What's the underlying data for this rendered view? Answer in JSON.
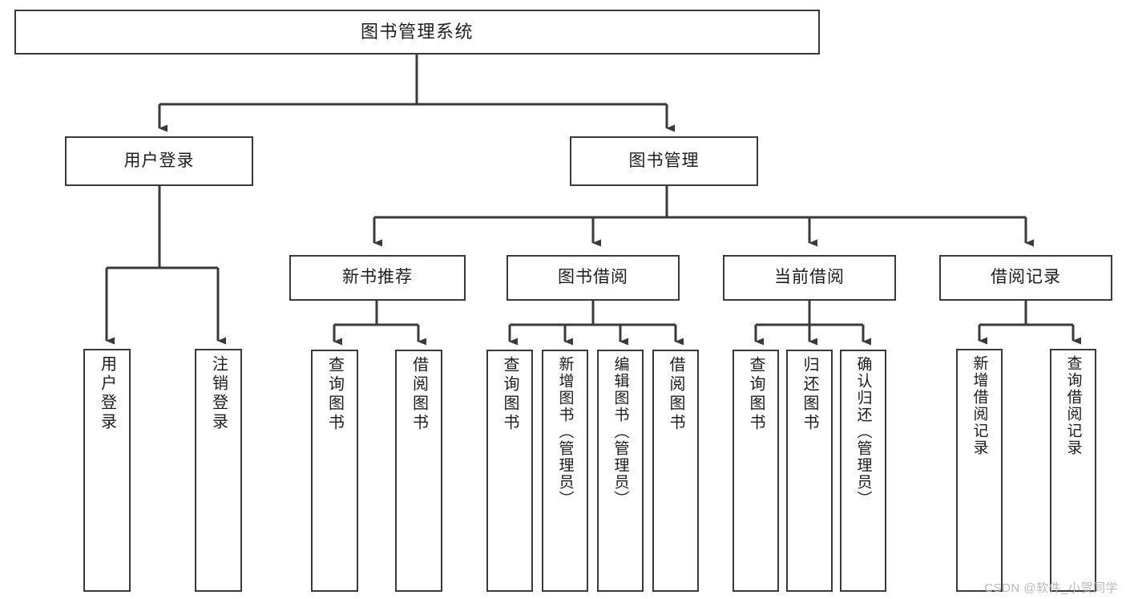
{
  "diagram": {
    "type": "tree",
    "title": "图书管理系统",
    "orientation": "top-down",
    "colors": {
      "background": "#ffffff",
      "box_border": "#3a3a3a",
      "connector": "#3a3a3a",
      "text": "#1d1d1d",
      "watermark": "#b9b9b9"
    },
    "nodes": {
      "root": {
        "label": "图书管理系统"
      },
      "level2": [
        {
          "id": "user-login",
          "label": "用户登录"
        },
        {
          "id": "book-manage",
          "label": "图书管理"
        }
      ],
      "level3": [
        {
          "id": "new-book-recommend",
          "label": "新书推荐"
        },
        {
          "id": "book-borrow",
          "label": "图书借阅"
        },
        {
          "id": "current-borrow",
          "label": "当前借阅"
        },
        {
          "id": "borrow-record",
          "label": "借阅记录"
        }
      ],
      "leaves": {
        "user_login": [
          {
            "id": "leaf-user-login",
            "label": "用户登录"
          },
          {
            "id": "leaf-logout-login",
            "label": "注销登录"
          }
        ],
        "new_book_recommend": [
          {
            "id": "leaf-query-book-1",
            "label": "查询图书"
          },
          {
            "id": "leaf-borrow-book-1",
            "label": "借阅图书"
          }
        ],
        "book_borrow": [
          {
            "id": "leaf-query-book-2",
            "label": "查询图书"
          },
          {
            "id": "leaf-add-book-admin",
            "label": "新增图书（管理员）"
          },
          {
            "id": "leaf-edit-book-admin",
            "label": "编辑图书（管理员）"
          },
          {
            "id": "leaf-borrow-book-2",
            "label": "借阅图书"
          }
        ],
        "current_borrow": [
          {
            "id": "leaf-query-book-3",
            "label": "查询图书"
          },
          {
            "id": "leaf-return-book",
            "label": "归还图书"
          },
          {
            "id": "leaf-confirm-return-admin",
            "label": "确认归还（管理员）"
          }
        ],
        "borrow_record": [
          {
            "id": "leaf-add-borrow-record",
            "label": "新增借阅记录"
          },
          {
            "id": "leaf-query-borrow-record",
            "label": "查询借阅记录"
          }
        ]
      }
    }
  },
  "watermark": {
    "text": "CSDN @软件_小贺同学"
  }
}
